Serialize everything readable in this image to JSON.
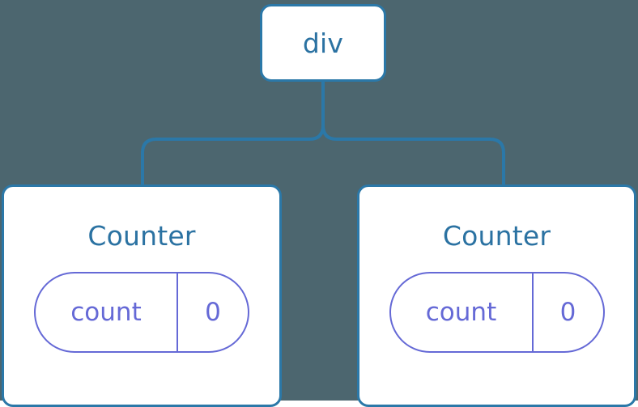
{
  "diagram": {
    "type": "component-tree",
    "background_color": "#4c666f",
    "node_border_color": "#2b78a8",
    "node_title_color": "#2b72a2",
    "connector_color": "#2b78a8",
    "state_pill_color": "#6569d6",
    "root": {
      "label": "div"
    },
    "children": [
      {
        "label": "Counter",
        "state": {
          "key": "count",
          "value": "0"
        }
      },
      {
        "label": "Counter",
        "state": {
          "key": "count",
          "value": "0"
        }
      }
    ]
  }
}
